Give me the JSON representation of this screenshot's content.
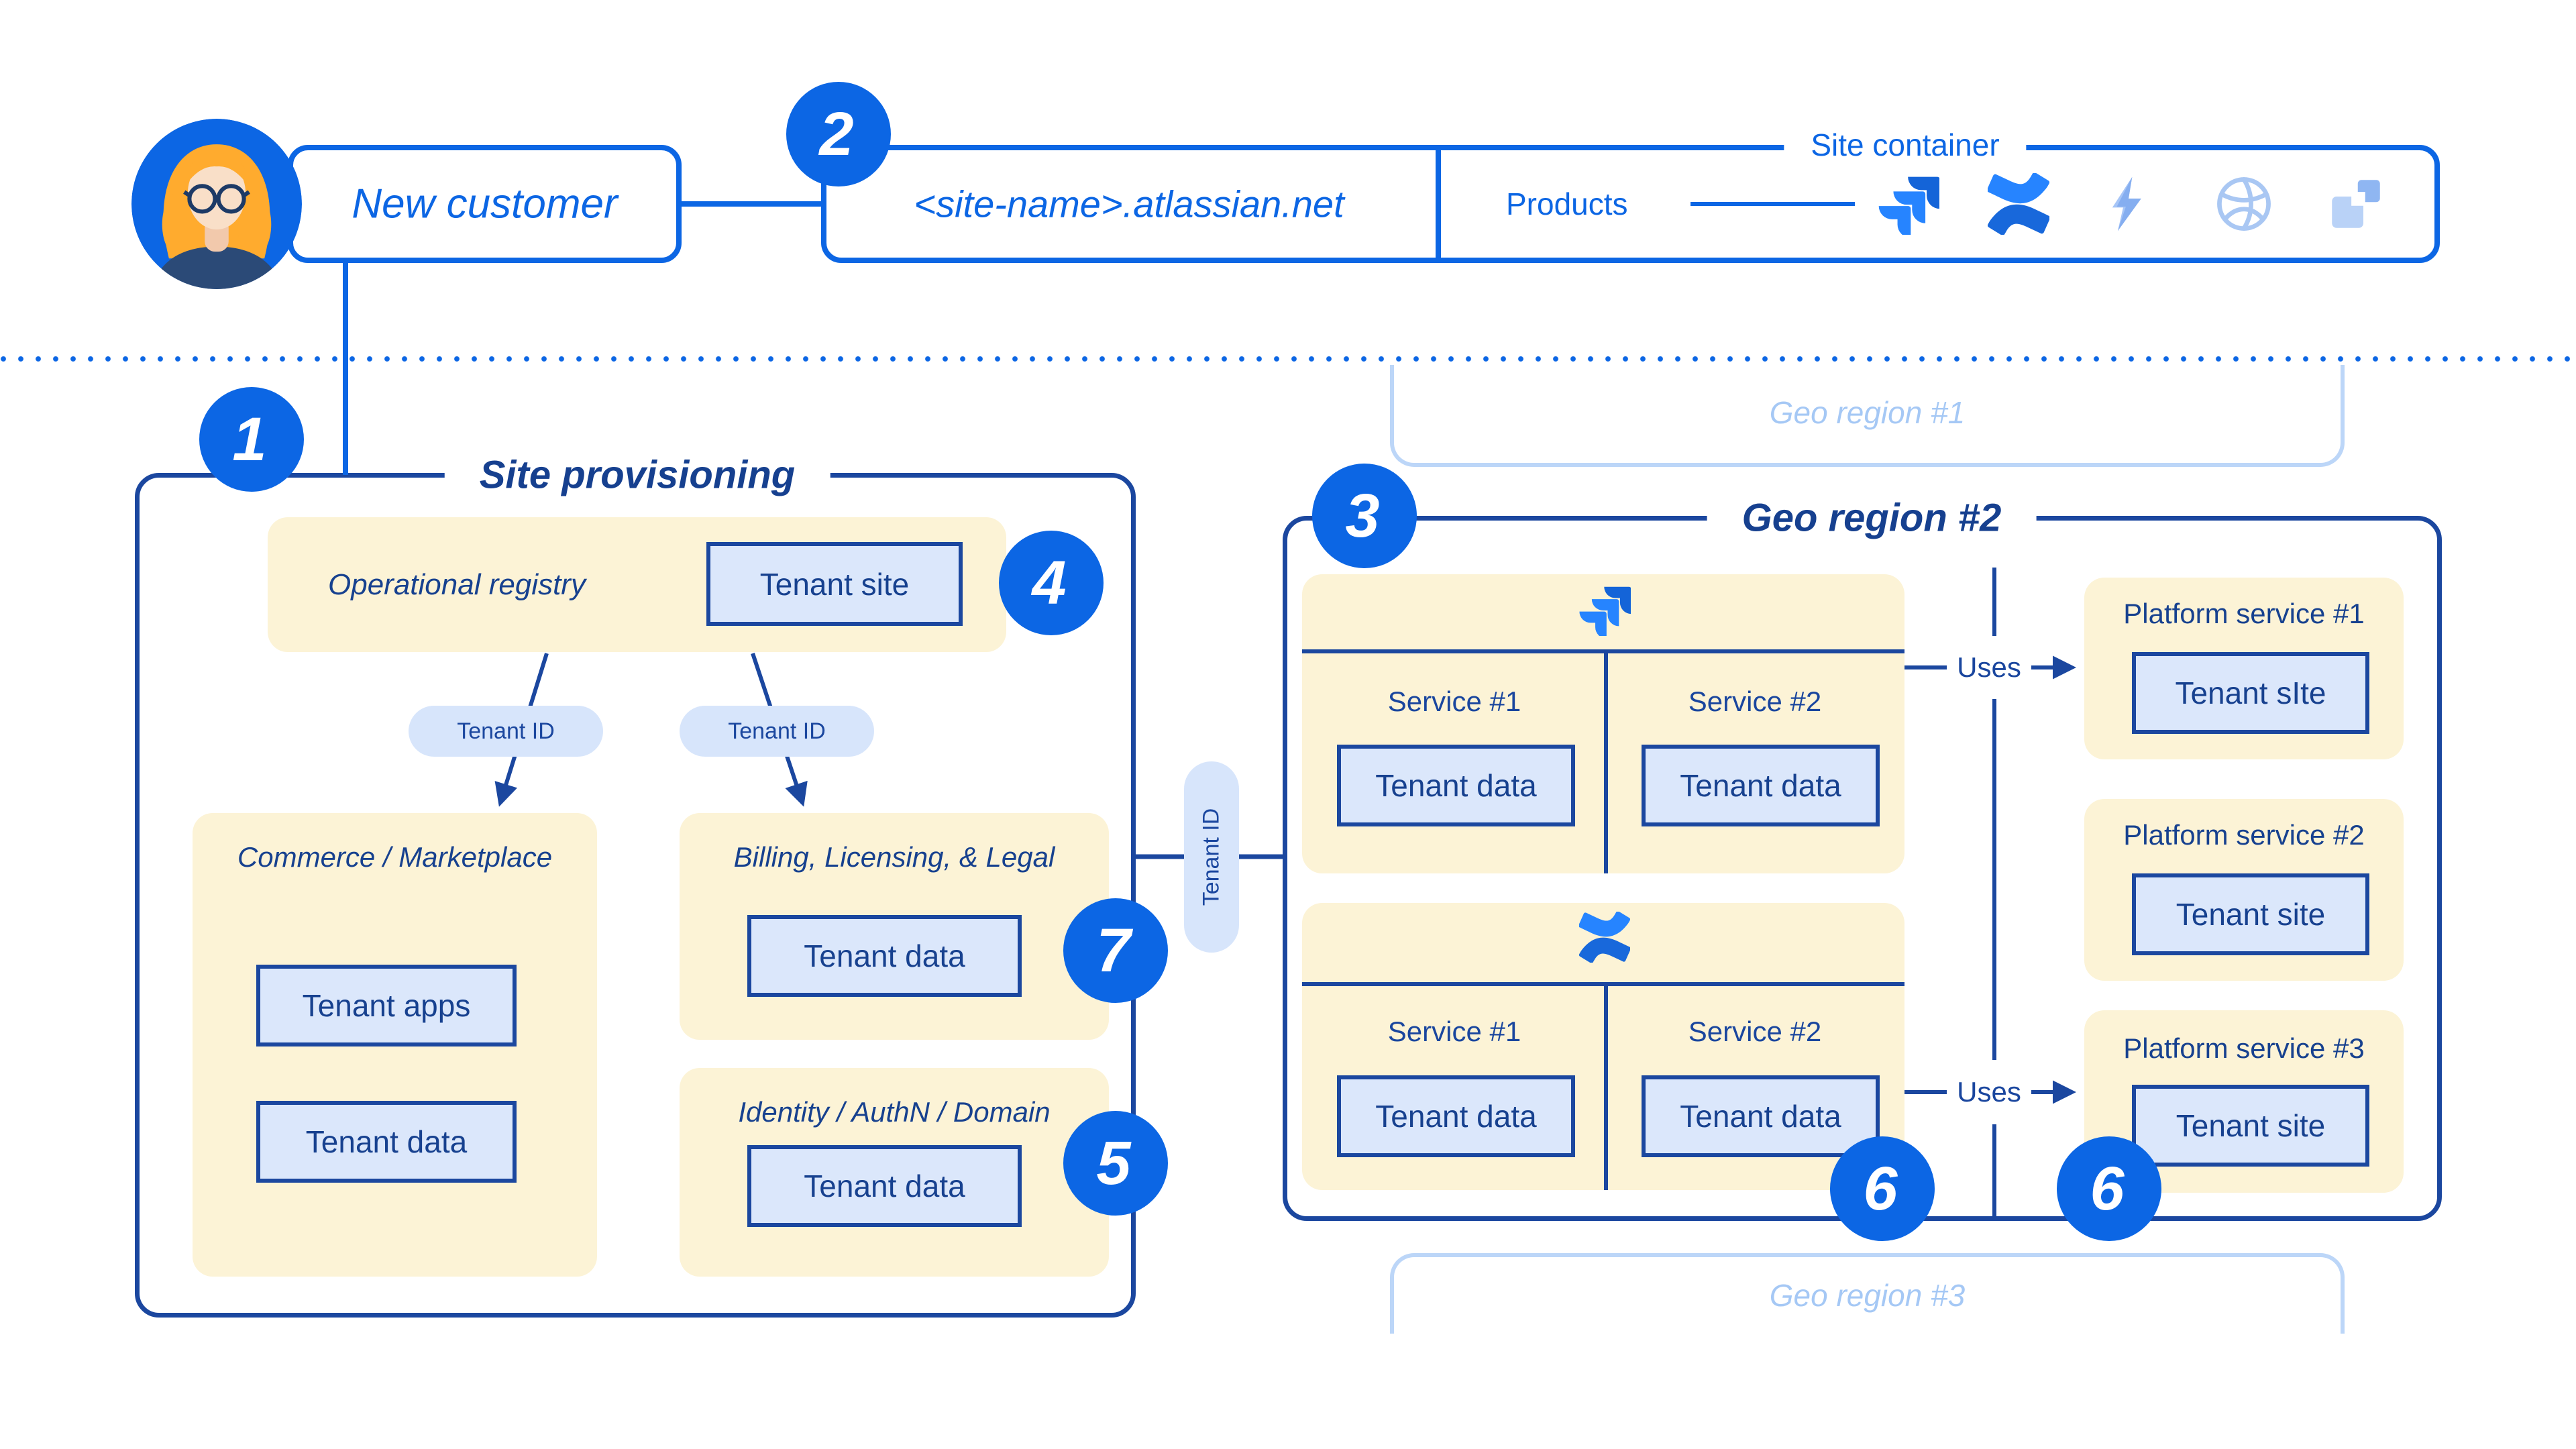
{
  "colors": {
    "bright_blue": "#0C66E4",
    "navy": "#1B479F",
    "text_navy": "#17418F",
    "cream": "#FCF3D6",
    "light_blue_fill": "#DBE7FB",
    "pill_fill": "#D7E5FB",
    "pale_blue": "#BCD6F8",
    "pale_blue_text": "#A5C8F5"
  },
  "header": {
    "new_customer": "New customer",
    "site_name": "<site-name>.atlassian.net",
    "site_container_label": "Site container",
    "products_label": "Products",
    "product_icon_names": [
      "jira-icon",
      "confluence-icon",
      "lightning-icon",
      "globe-icon",
      "blocks-icon"
    ]
  },
  "badges": {
    "one": "1",
    "two": "2",
    "three": "3",
    "four": "4",
    "five": "5",
    "six_left": "6",
    "six_right": "6",
    "seven": "7"
  },
  "provisioning": {
    "title": "Site provisioning",
    "operational_registry": {
      "title": "Operational registry",
      "tenant_site": "Tenant site"
    },
    "tenant_id_pill_left": "Tenant ID",
    "tenant_id_pill_right": "Tenant ID",
    "commerce": {
      "title": "Commerce / Marketplace",
      "tenant_apps": "Tenant apps",
      "tenant_data": "Tenant data"
    },
    "billing": {
      "title": "Billing, Licensing, & Legal",
      "tenant_data": "Tenant data"
    },
    "identity": {
      "title": "Identity / AuthN / Domain",
      "tenant_data": "Tenant data"
    }
  },
  "connector": {
    "tenant_id": "Tenant ID"
  },
  "geo_regions": {
    "region1": "Geo region #1",
    "region2": "Geo region #2",
    "region3": "Geo region #3"
  },
  "region2": {
    "product_blocks": [
      {
        "icon": "jira-icon",
        "services": [
          {
            "name": "Service #1",
            "box": "Tenant data"
          },
          {
            "name": "Service #2",
            "box": "Tenant data"
          }
        ]
      },
      {
        "icon": "confluence-icon",
        "services": [
          {
            "name": "Service #1",
            "box": "Tenant data"
          },
          {
            "name": "Service #2",
            "box": "Tenant data"
          }
        ]
      }
    ],
    "uses_top": "Uses",
    "uses_bottom": "Uses",
    "platform_services": [
      {
        "title": "Platform service #1",
        "box": "Tenant sIte"
      },
      {
        "title": "Platform service #2",
        "box": "Tenant site"
      },
      {
        "title": "Platform service #3",
        "box": "Tenant site"
      }
    ]
  }
}
